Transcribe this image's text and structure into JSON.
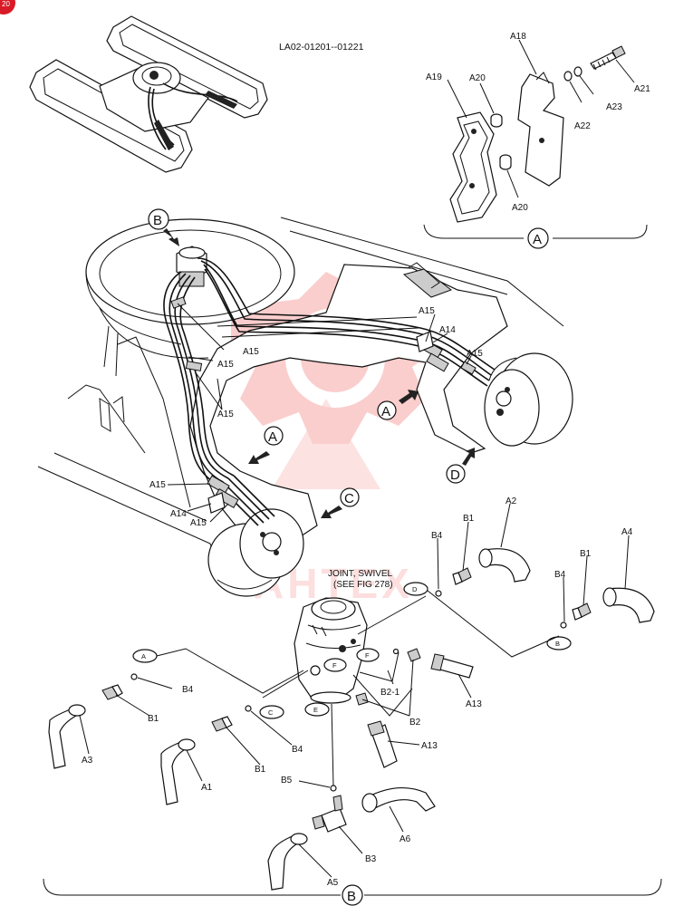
{
  "header": {
    "serial_range": "LA02-01201--01221",
    "badge": "20"
  },
  "callout_labels": {
    "a": "A",
    "b": "B",
    "c": "C",
    "d": "D",
    "e": "E",
    "f": "F"
  },
  "parts": {
    "a1": "A1",
    "a2": "A2",
    "a3": "A3",
    "a4": "A4",
    "a5": "A5",
    "a6": "A6",
    "a13": "A13",
    "a14": "A14",
    "a15": "A15",
    "a18": "A18",
    "a19": "A19",
    "a20": "A20",
    "a21": "A21",
    "a22": "A22",
    "a23": "A23",
    "b1": "B1",
    "b2": "B2",
    "b2_1": "B2-1",
    "b3": "B3",
    "b4": "B4",
    "b5": "B5"
  },
  "joint_note": {
    "line1": "JOINT, SWIVEL",
    "line2": "(SEE FIG 278)"
  },
  "watermark": {
    "text": "AHTEX",
    "color": "#e53935"
  },
  "colors": {
    "ink": "#111111",
    "badge": "#d81b27",
    "watermark": "#ef5350"
  }
}
